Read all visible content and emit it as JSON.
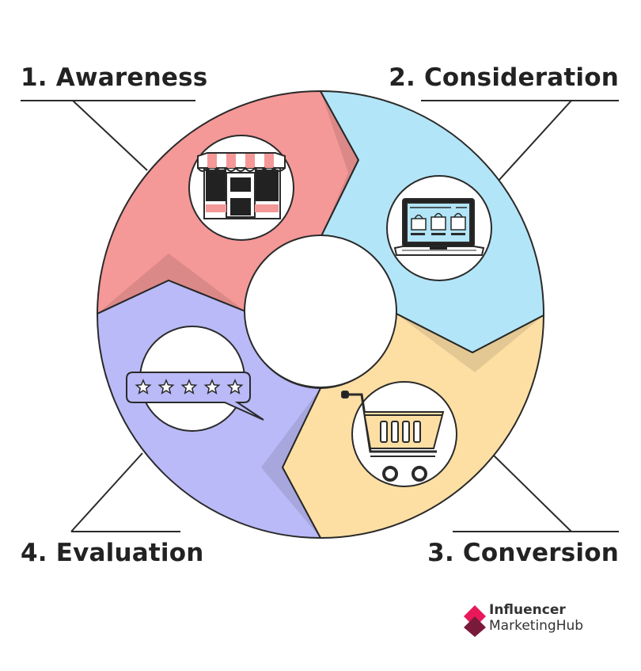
{
  "stages": [
    {
      "label": "1. Awareness",
      "color": "#f49898",
      "icon": "storefront-icon"
    },
    {
      "label": "2. Consideration",
      "color": "#b2e5f7",
      "icon": "laptop-shop-icon"
    },
    {
      "label": "3. Conversion",
      "color": "#fddfa4",
      "icon": "shopping-cart-icon"
    },
    {
      "label": "4. Evaluation",
      "color": "#babaf8",
      "icon": "star-rating-icon"
    }
  ],
  "brand": {
    "line1": "Influencer",
    "line2": "MarketingHub",
    "accent": "#e8185a"
  }
}
